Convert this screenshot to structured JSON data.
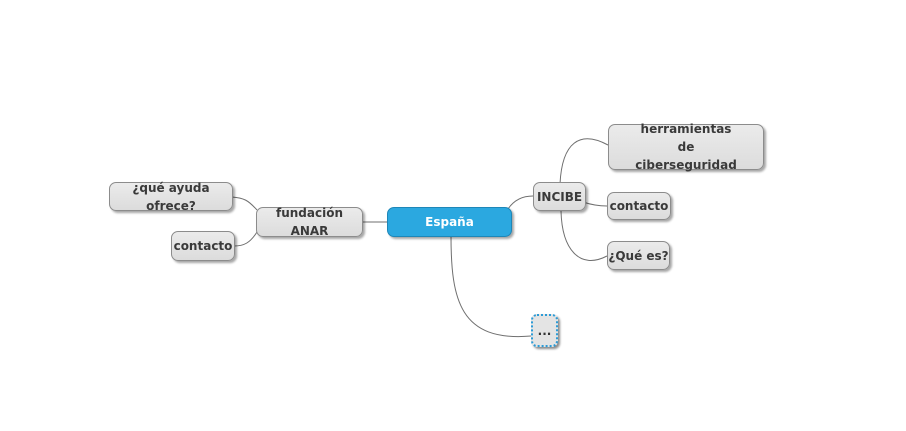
{
  "mindmap": {
    "root": {
      "label": "España",
      "color": "#2ba8e0"
    },
    "left_branch": {
      "label": "fundación ANAR",
      "children": [
        {
          "label": "¿qué ayuda ofrece?"
        },
        {
          "label": "contacto"
        }
      ]
    },
    "right_branch": {
      "label": "INCIBE",
      "children": [
        {
          "label": "herramientas de ciberseguridad"
        },
        {
          "label": "contacto"
        },
        {
          "label": "¿Qué es?"
        }
      ]
    },
    "placeholder": {
      "label": "..."
    }
  }
}
